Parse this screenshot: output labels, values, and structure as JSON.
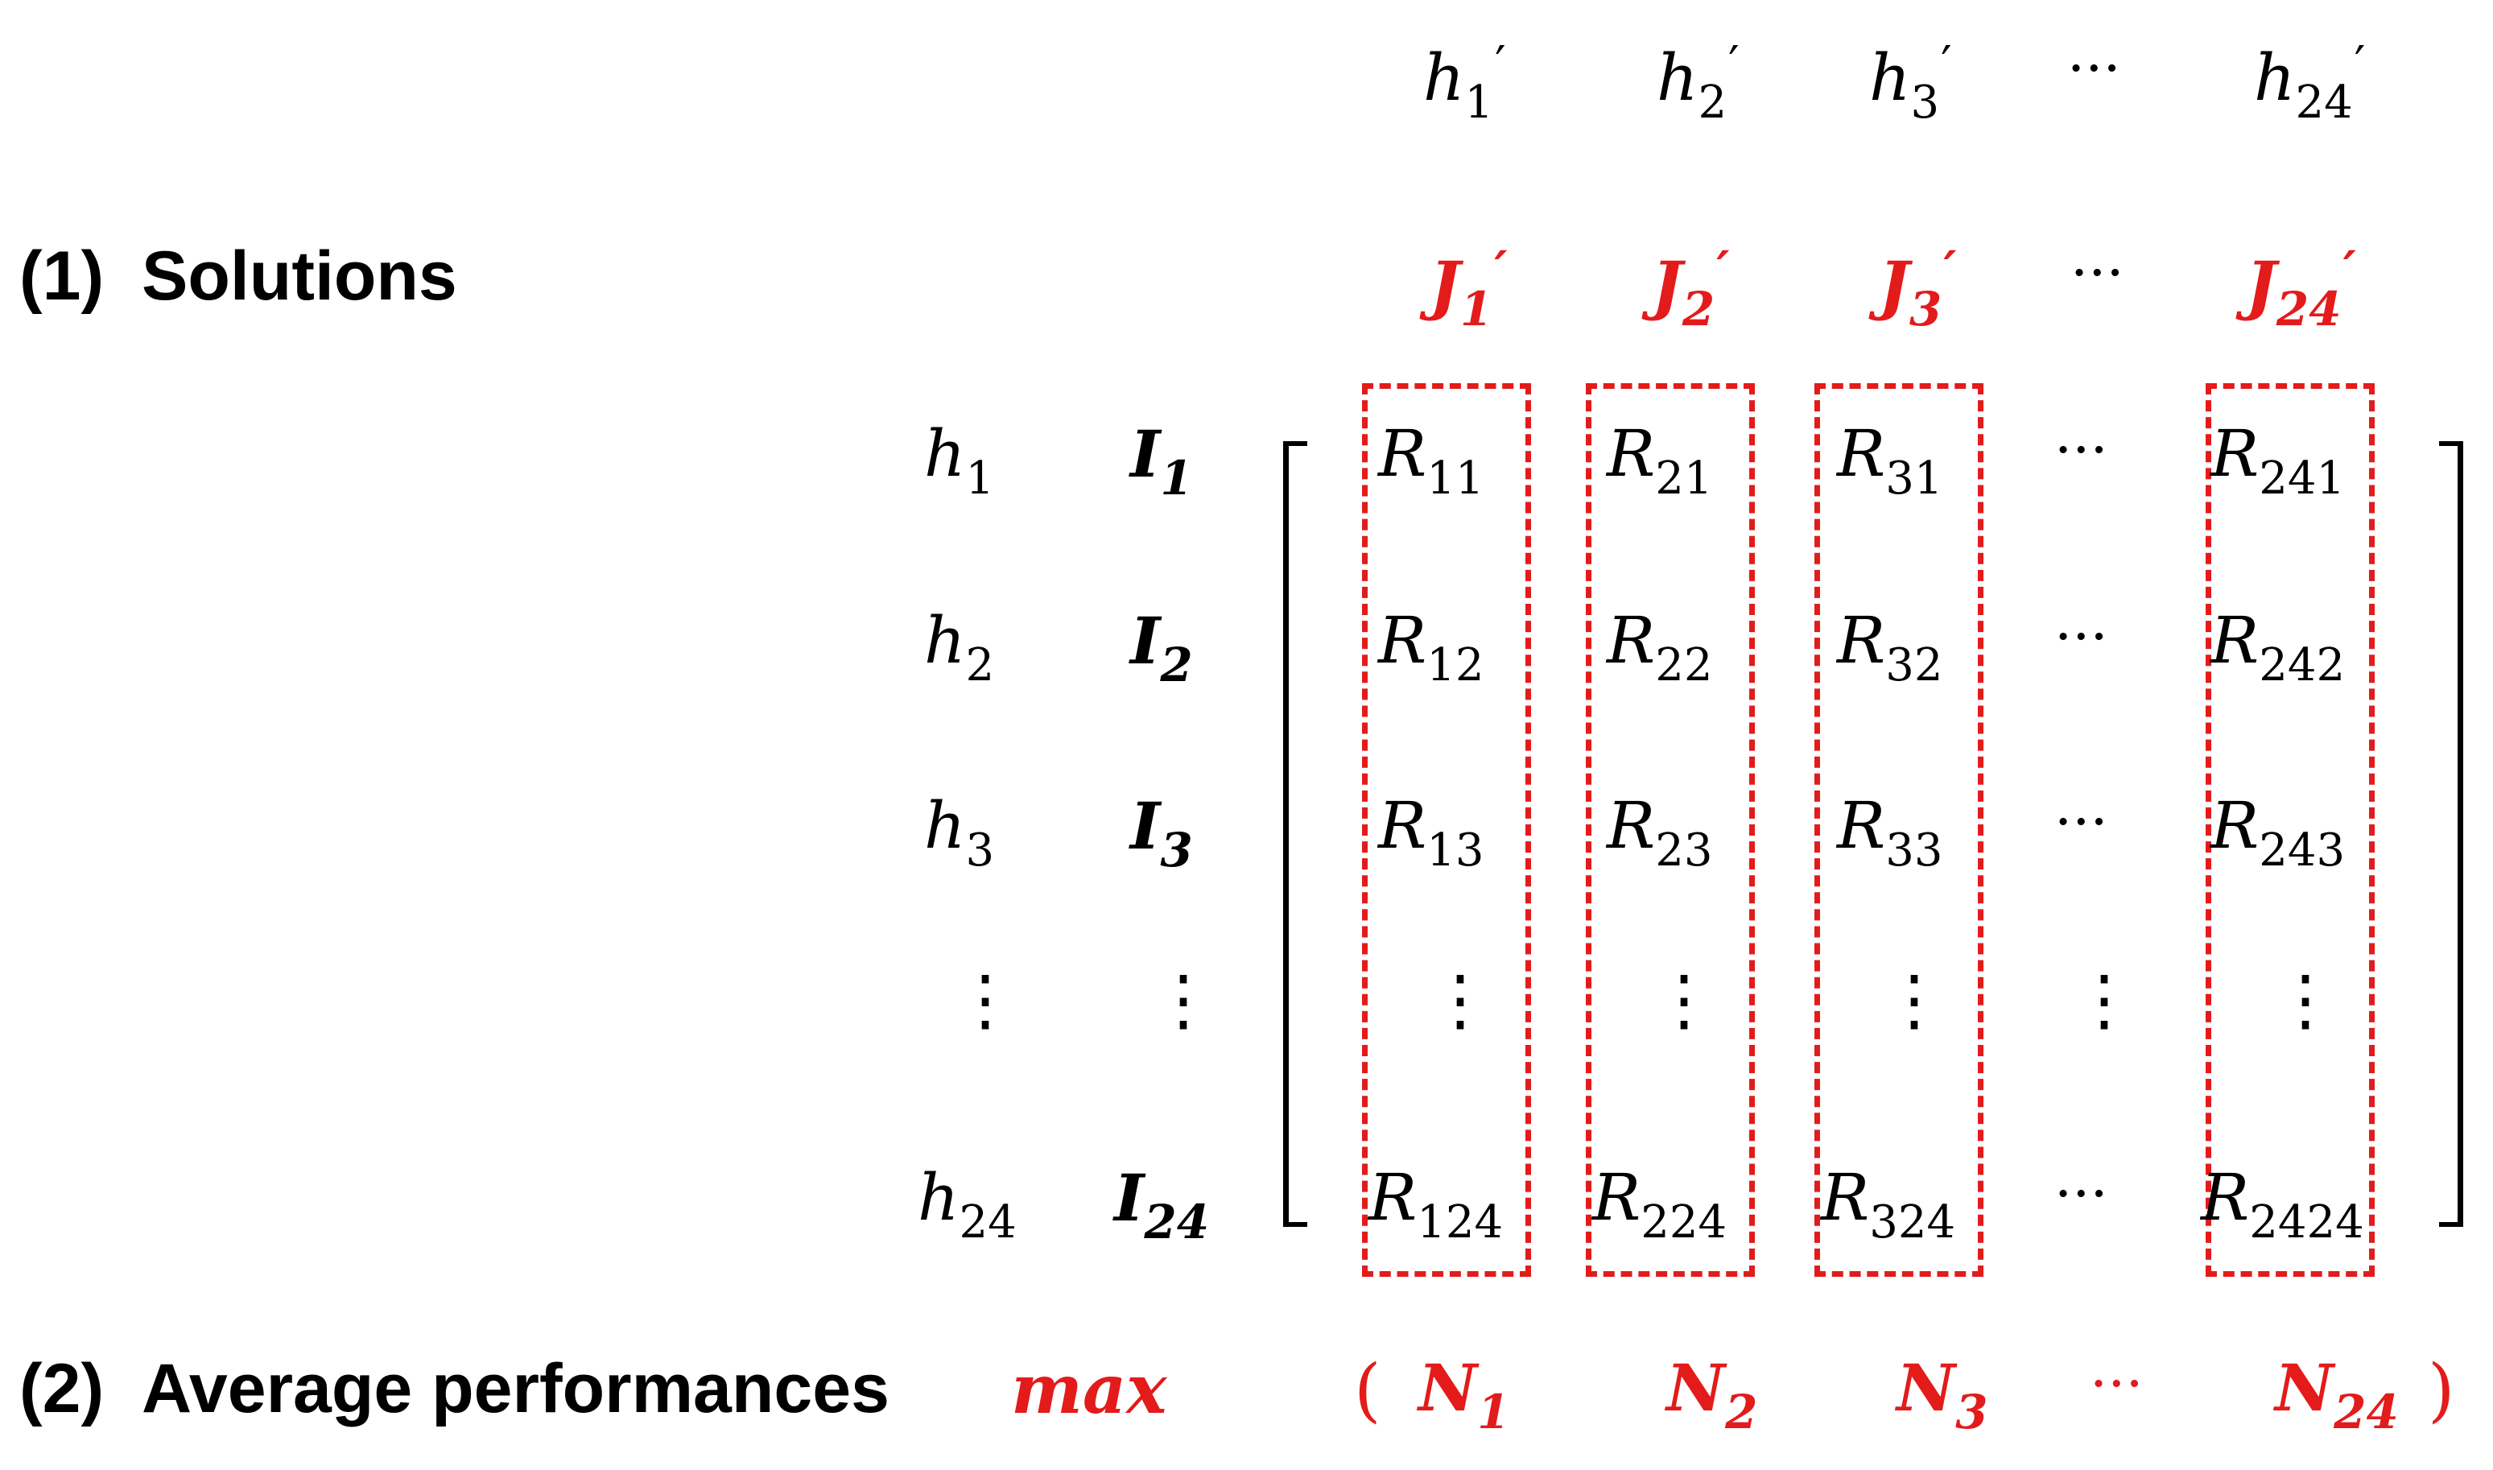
{
  "headings": {
    "solutions_number": "(1)",
    "solutions_label": "Solutions",
    "average_number": "(2)",
    "average_label": "Average performances",
    "max_label": "max"
  },
  "column_heads": [
    {
      "base": "h",
      "sub": "1",
      "sup": "′"
    },
    {
      "base": "h",
      "sub": "2",
      "sup": "′"
    },
    {
      "base": "h",
      "sub": "3",
      "sup": "′"
    },
    {
      "base": "h",
      "sub": "24",
      "sup": "′"
    }
  ],
  "solutions": [
    {
      "base": "J",
      "sub": "1",
      "sup": "′"
    },
    {
      "base": "J",
      "sub": "2",
      "sup": "′"
    },
    {
      "base": "J",
      "sub": "3",
      "sup": "′"
    },
    {
      "base": "J",
      "sub": "24",
      "sup": "′"
    }
  ],
  "row_heads": [
    {
      "base": "h",
      "sub": "1"
    },
    {
      "base": "h",
      "sub": "2"
    },
    {
      "base": "h",
      "sub": "3"
    },
    {
      "base": "h",
      "sub": "24"
    }
  ],
  "row_inputs": [
    {
      "base": "I",
      "sub": "1"
    },
    {
      "base": "I",
      "sub": "2"
    },
    {
      "base": "I",
      "sub": "3"
    },
    {
      "base": "I",
      "sub": "24"
    }
  ],
  "matrix": [
    [
      {
        "base": "R",
        "sub": "11"
      },
      {
        "base": "R",
        "sub": "21"
      },
      {
        "base": "R",
        "sub": "31"
      },
      {
        "base": "R",
        "sub": "241"
      }
    ],
    [
      {
        "base": "R",
        "sub": "12"
      },
      {
        "base": "R",
        "sub": "22"
      },
      {
        "base": "R",
        "sub": "32"
      },
      {
        "base": "R",
        "sub": "242"
      }
    ],
    [
      {
        "base": "R",
        "sub": "13"
      },
      {
        "base": "R",
        "sub": "23"
      },
      {
        "base": "R",
        "sub": "33"
      },
      {
        "base": "R",
        "sub": "243"
      }
    ],
    [
      {
        "base": "R",
        "sub": "124"
      },
      {
        "base": "R",
        "sub": "224"
      },
      {
        "base": "R",
        "sub": "324"
      },
      {
        "base": "R",
        "sub": "2424"
      }
    ]
  ],
  "averages": [
    {
      "base": "N",
      "sub": "1"
    },
    {
      "base": "N",
      "sub": "2"
    },
    {
      "base": "N",
      "sub": "3"
    },
    {
      "base": "N",
      "sub": "24"
    }
  ],
  "symbols": {
    "hdots": "···",
    "vdots": "⋮",
    "open_paren": "(",
    "close_paren": ")"
  },
  "colors": {
    "highlight": "#e31b1b",
    "text": "#000000"
  }
}
